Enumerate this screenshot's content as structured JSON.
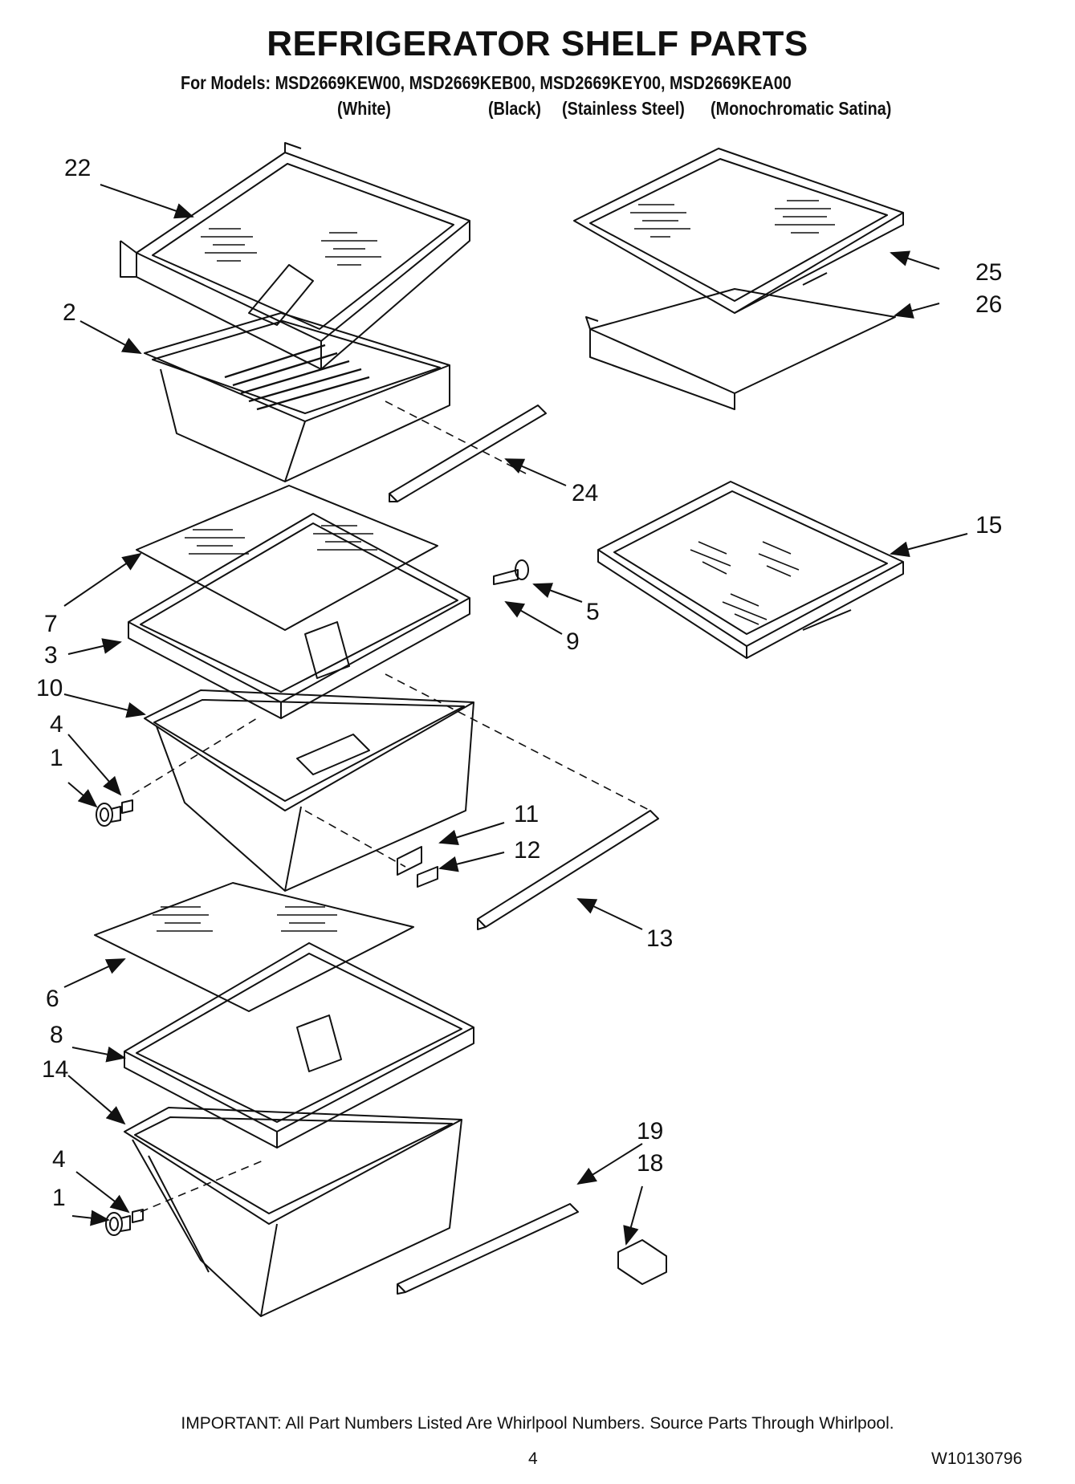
{
  "header": {
    "title": "REFRIGERATOR SHELF PARTS",
    "models_line": "For Models: MSD2669KEW00, MSD2669KEB00, MSD2669KEY00, MSD2669KEA00",
    "variants": [
      "(White)",
      "(Black)",
      "(Stainless Steel)",
      "(Monochromatic Satina)"
    ]
  },
  "callouts": [
    "22",
    "2",
    "25",
    "26",
    "24",
    "15",
    "7",
    "5",
    "9",
    "3",
    "10",
    "4",
    "1",
    "11",
    "12",
    "13",
    "6",
    "8",
    "14",
    "19",
    "18",
    "4",
    "1"
  ],
  "footer": {
    "note": "IMPORTANT: All Part Numbers Listed Are Whirlpool Numbers. Source Parts Through Whirlpool.",
    "page_number": "4",
    "doc_number": "W10130796"
  }
}
